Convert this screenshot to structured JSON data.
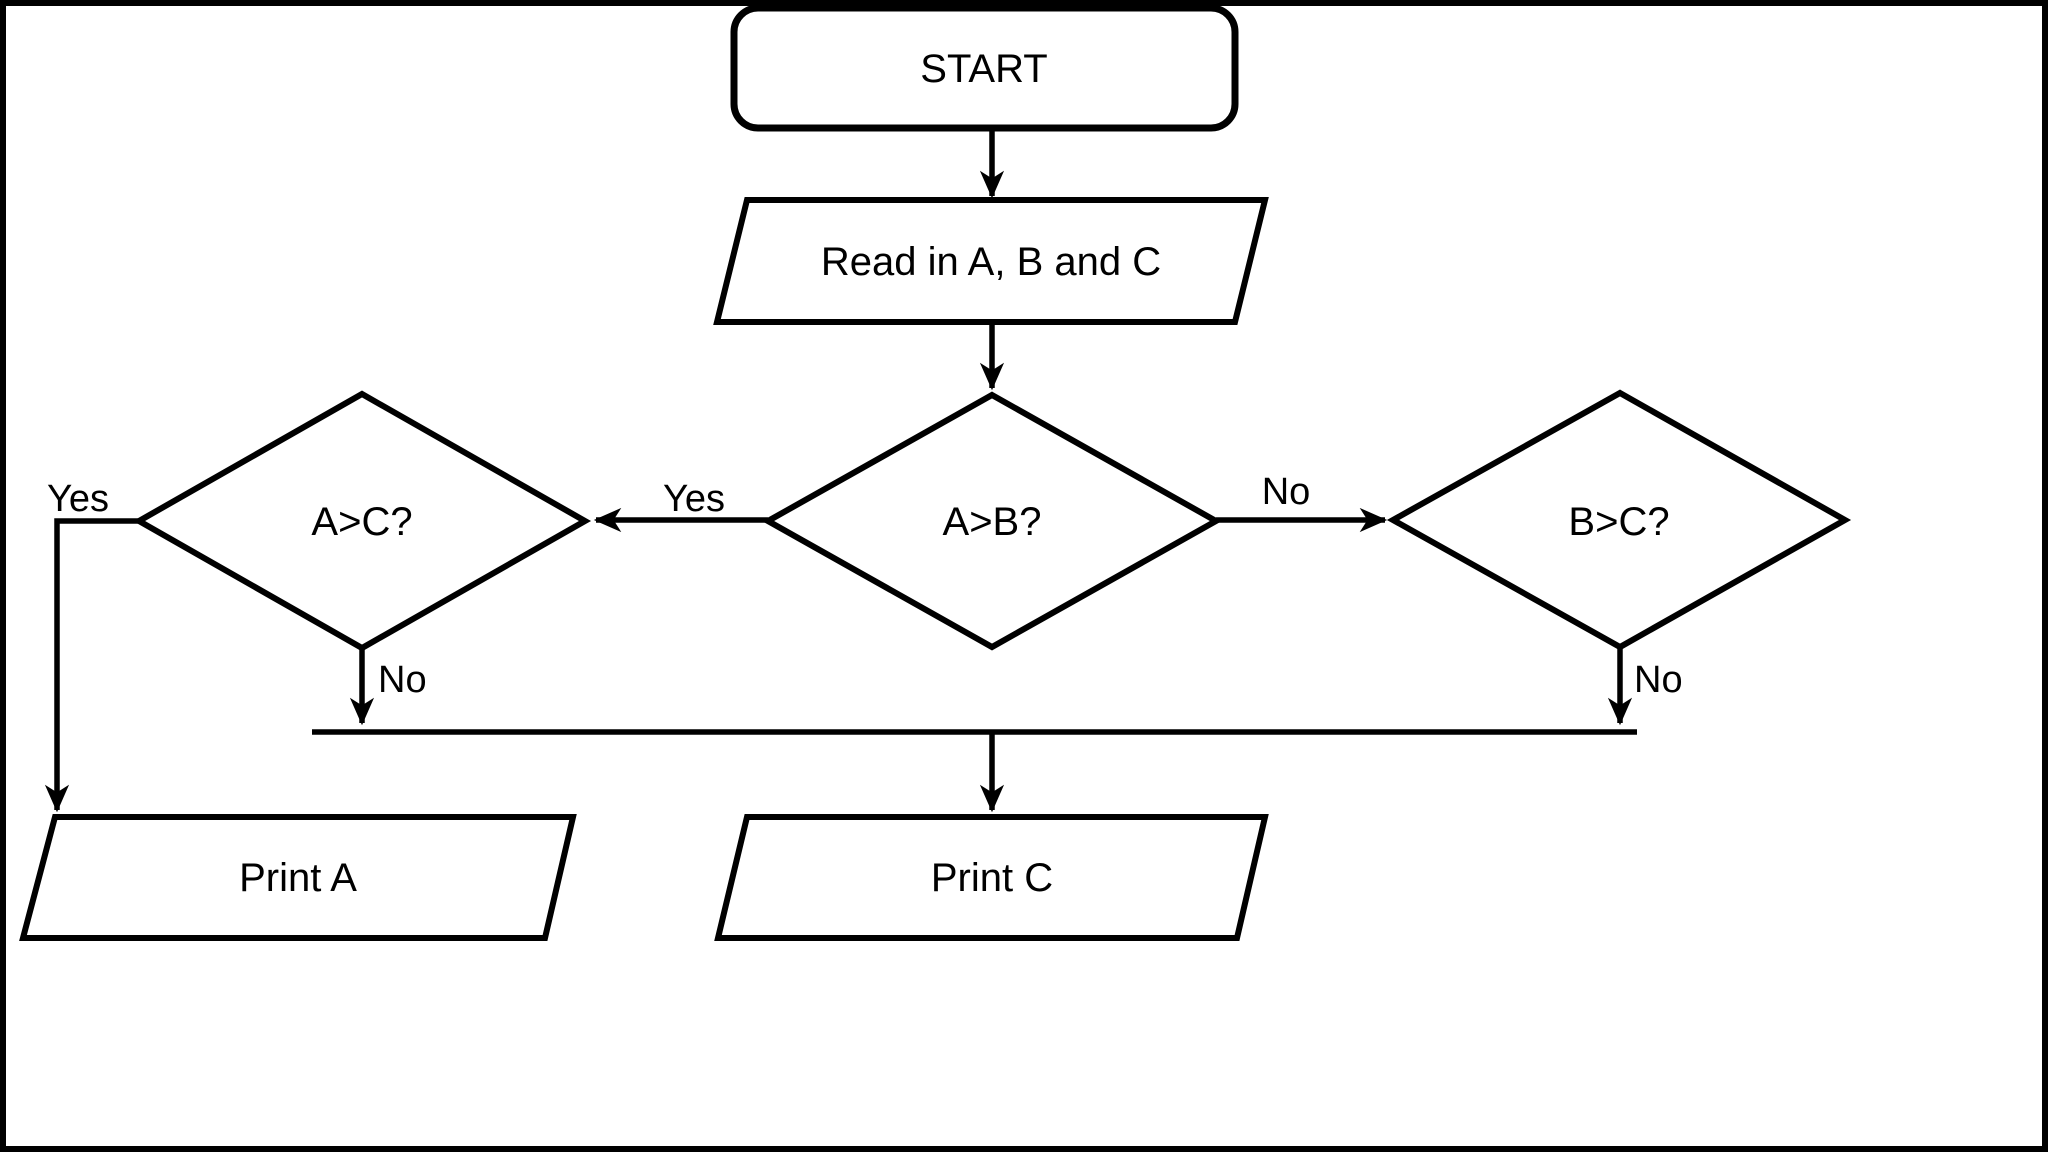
{
  "colors": {
    "ink": "#000000",
    "paper": "#ffffff"
  },
  "labels": {
    "start": "START",
    "read_in": "Read in A, B and C",
    "decision_a_b": "A>B?",
    "decision_a_c": "A>C?",
    "decision_b_c": "B>C?",
    "print_a": "Print A",
    "print_c": "Print C",
    "yes_left": "Yes",
    "yes_center": "Yes",
    "no_center": "No",
    "no_left_branch": "No",
    "no_right_branch": "No"
  },
  "flow": {
    "nodes": [
      {
        "id": "start",
        "type": "terminator",
        "label": "START"
      },
      {
        "id": "read_in",
        "type": "input-output",
        "label": "Read in A, B and C"
      },
      {
        "id": "decision_a_b",
        "type": "decision",
        "label": "A>B?"
      },
      {
        "id": "decision_a_c",
        "type": "decision",
        "label": "A>C?"
      },
      {
        "id": "decision_b_c",
        "type": "decision",
        "label": "B>C?"
      },
      {
        "id": "print_a",
        "type": "input-output",
        "label": "Print A"
      },
      {
        "id": "print_c",
        "type": "input-output",
        "label": "Print C"
      }
    ],
    "edges": [
      {
        "from": "START",
        "to": "Read in A, B and C",
        "label": ""
      },
      {
        "from": "Read in A, B and C",
        "to": "A>B?",
        "label": ""
      },
      {
        "from": "A>B?",
        "to": "A>C?",
        "label": "Yes"
      },
      {
        "from": "A>B?",
        "to": "B>C?",
        "label": "No"
      },
      {
        "from": "A>C?",
        "to": "Print A",
        "label": "Yes"
      },
      {
        "from": "A>C?",
        "to": "Print C",
        "label": "No"
      },
      {
        "from": "B>C?",
        "to": "Print C",
        "label": "No"
      }
    ]
  }
}
